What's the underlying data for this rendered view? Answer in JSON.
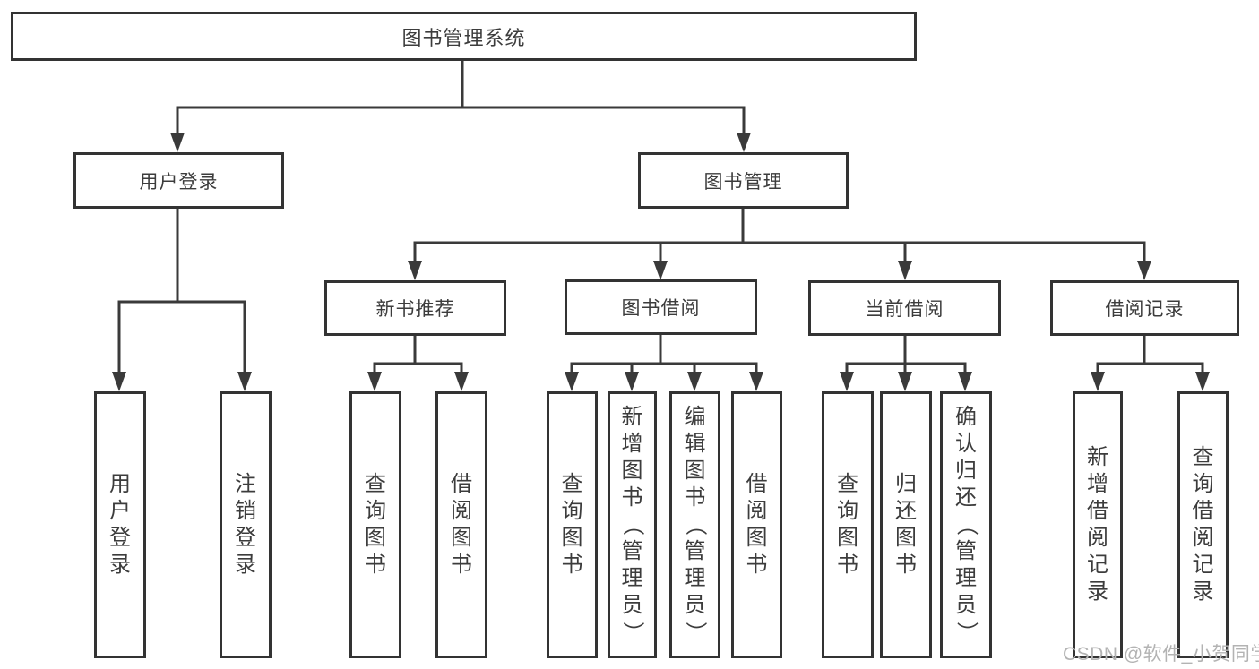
{
  "tree": {
    "root": "图书管理系统",
    "children": [
      {
        "label": "用户登录",
        "children": [
          "用户登录",
          "注销登录"
        ]
      },
      {
        "label": "图书管理",
        "children": [
          {
            "label": "新书推荐",
            "children": [
              "查询图书",
              "借阅图书"
            ]
          },
          {
            "label": "图书借阅",
            "children": [
              "查询图书",
              "新增图书（管理员）",
              "编辑图书（管理员）",
              "借阅图书"
            ]
          },
          {
            "label": "当前借阅",
            "children": [
              "查询图书",
              "归还图书",
              "确认归还（管理员）"
            ]
          },
          {
            "label": "借阅记录",
            "children": [
              "新增借阅记录",
              "查询借阅记录"
            ]
          }
        ]
      }
    ]
  },
  "watermark": {
    "text": "CSDN @软件_小贺同学"
  },
  "colors": {
    "line": "#3a3a3a",
    "box_border": "#333333",
    "text": "#3c3c3c",
    "watermark": "#b3b3b3",
    "background": "#ffffff"
  }
}
